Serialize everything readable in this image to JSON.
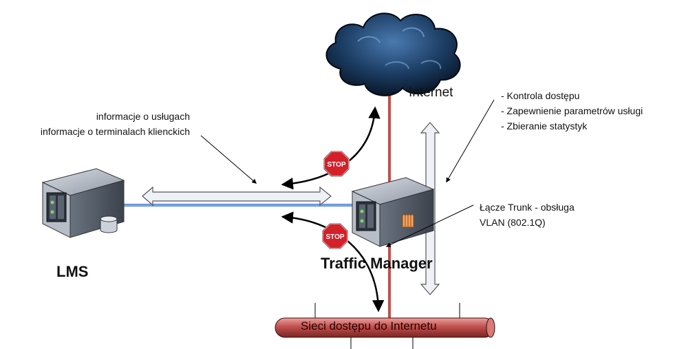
{
  "labels": {
    "internet": "Internet",
    "lms": "LMS",
    "traffic_manager": "Traffic Manager",
    "access_network": "Sieci dostępu do Internetu"
  },
  "info_notes": [
    "informacje o usługach",
    "informacje o terminalach klienckich"
  ],
  "function_notes": [
    "- Kontrola dostępu",
    "- Zapewnienie parametrów usługi",
    "- Zbieranie statystyk"
  ],
  "trunk_notes": [
    "Łącze Trunk - obsługa",
    "VLAN (802.1Q)"
  ],
  "stop_signs": [
    "STOP",
    "STOP"
  ],
  "colors": {
    "link_blue": "#4a7fd0",
    "uplink_red": "#c0504d",
    "bar_fill": "#c0504d",
    "cloud": "#12304f",
    "stop_red": "#d4202a",
    "arrow_outline": "#555555",
    "arrow_fill": "#eef1f6"
  },
  "icons": [
    "cloud-icon",
    "server-icon",
    "server-icon",
    "stop-sign-icon",
    "stop-sign-icon"
  ]
}
